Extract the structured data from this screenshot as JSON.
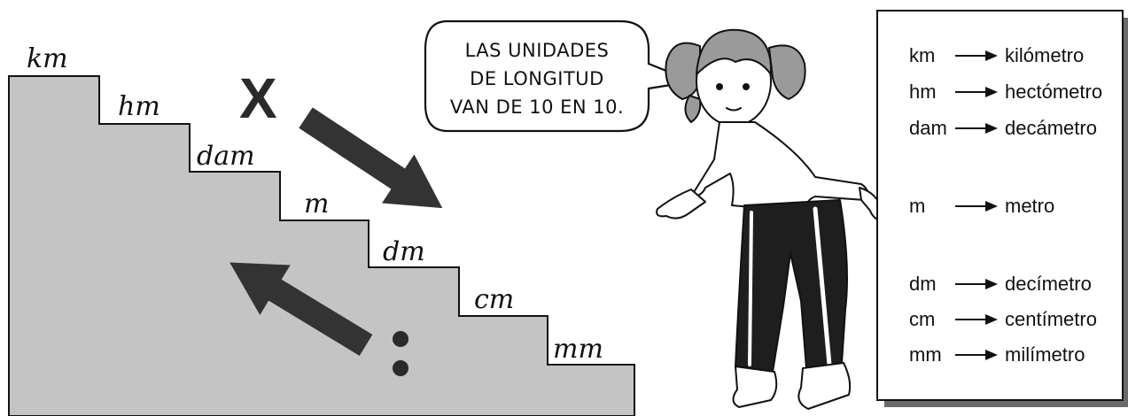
{
  "stairs": {
    "steps": [
      "km",
      "hm",
      "dam",
      "m",
      "dm",
      "cm",
      "mm"
    ],
    "multiply_symbol": "X",
    "divide_symbol": ":"
  },
  "speech_bubble": {
    "lines": [
      "LAS UNIDADES",
      "DE LONGITUD",
      "VAN DE 10 EN 10."
    ]
  },
  "units_card": {
    "items": [
      {
        "abbr": "km",
        "name": "kilómetro"
      },
      {
        "abbr": "hm",
        "name": "hectómetro"
      },
      {
        "abbr": "dam",
        "name": "decámetro"
      },
      {
        "abbr": "m",
        "name": "metro"
      },
      {
        "abbr": "dm",
        "name": "decímetro"
      },
      {
        "abbr": "cm",
        "name": "centímetro"
      },
      {
        "abbr": "mm",
        "name": "milímetro"
      }
    ]
  },
  "colors": {
    "stairs_fill": "#c4c4c4",
    "arrow_fill": "#333333",
    "card_shadow": "#6a6a6a"
  }
}
